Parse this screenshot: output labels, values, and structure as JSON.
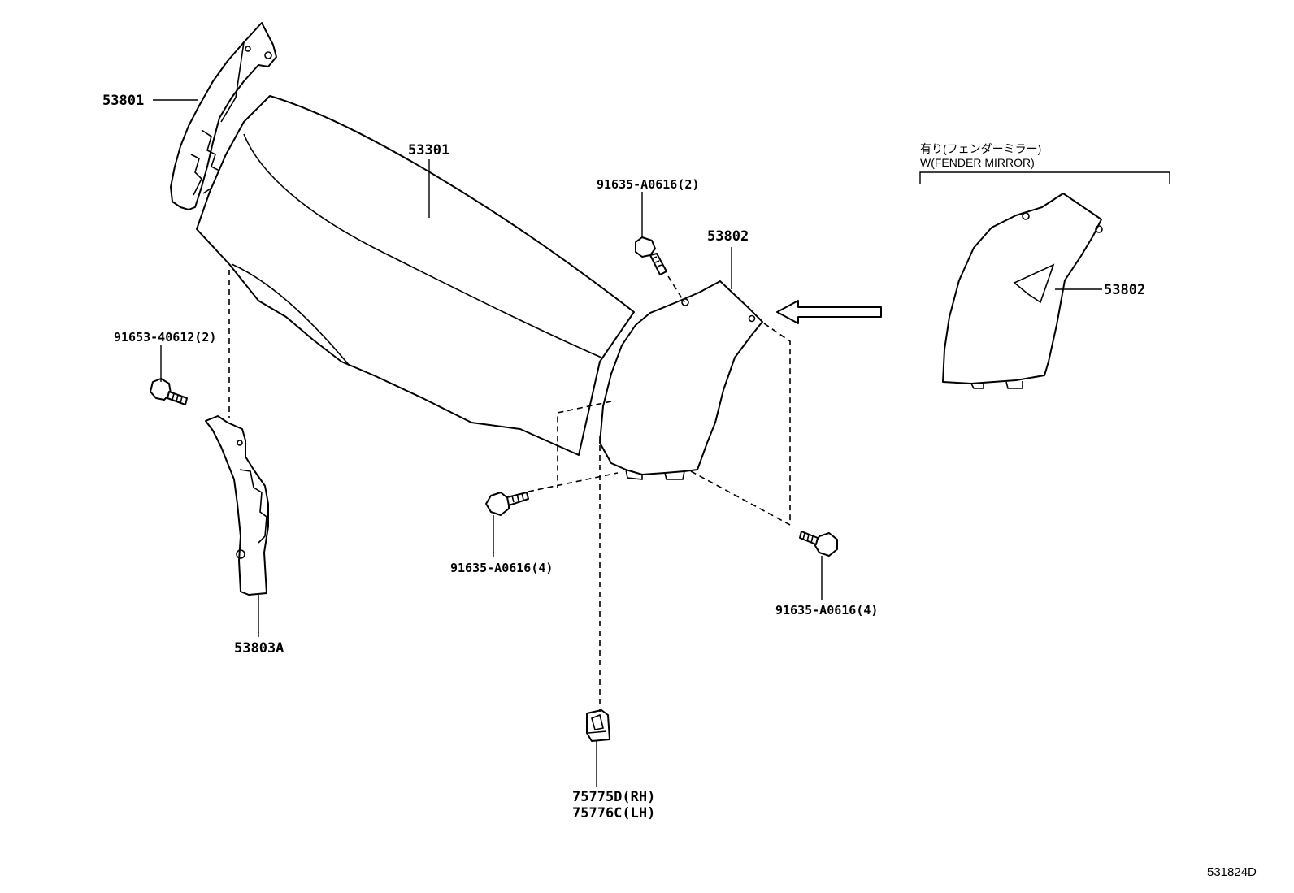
{
  "labels": {
    "p53801": "53801",
    "p53301": "53301",
    "p53802": "53802",
    "p53802_alt": "53802",
    "p53803a": "53803A",
    "bolt_91653": "91653-40612(2)",
    "bolt_top": "91635-A0616(2)",
    "bolt_left": "91635-A0616(4)",
    "bolt_right": "91635-A0616(4)",
    "clip_rh": "75775D(RH)",
    "clip_lh": "75776C(LH)"
  },
  "variant": {
    "jp": "有り(フェンダーミラー)",
    "en": "W(FENDER MIRROR)"
  },
  "diagram_code": "531824D"
}
